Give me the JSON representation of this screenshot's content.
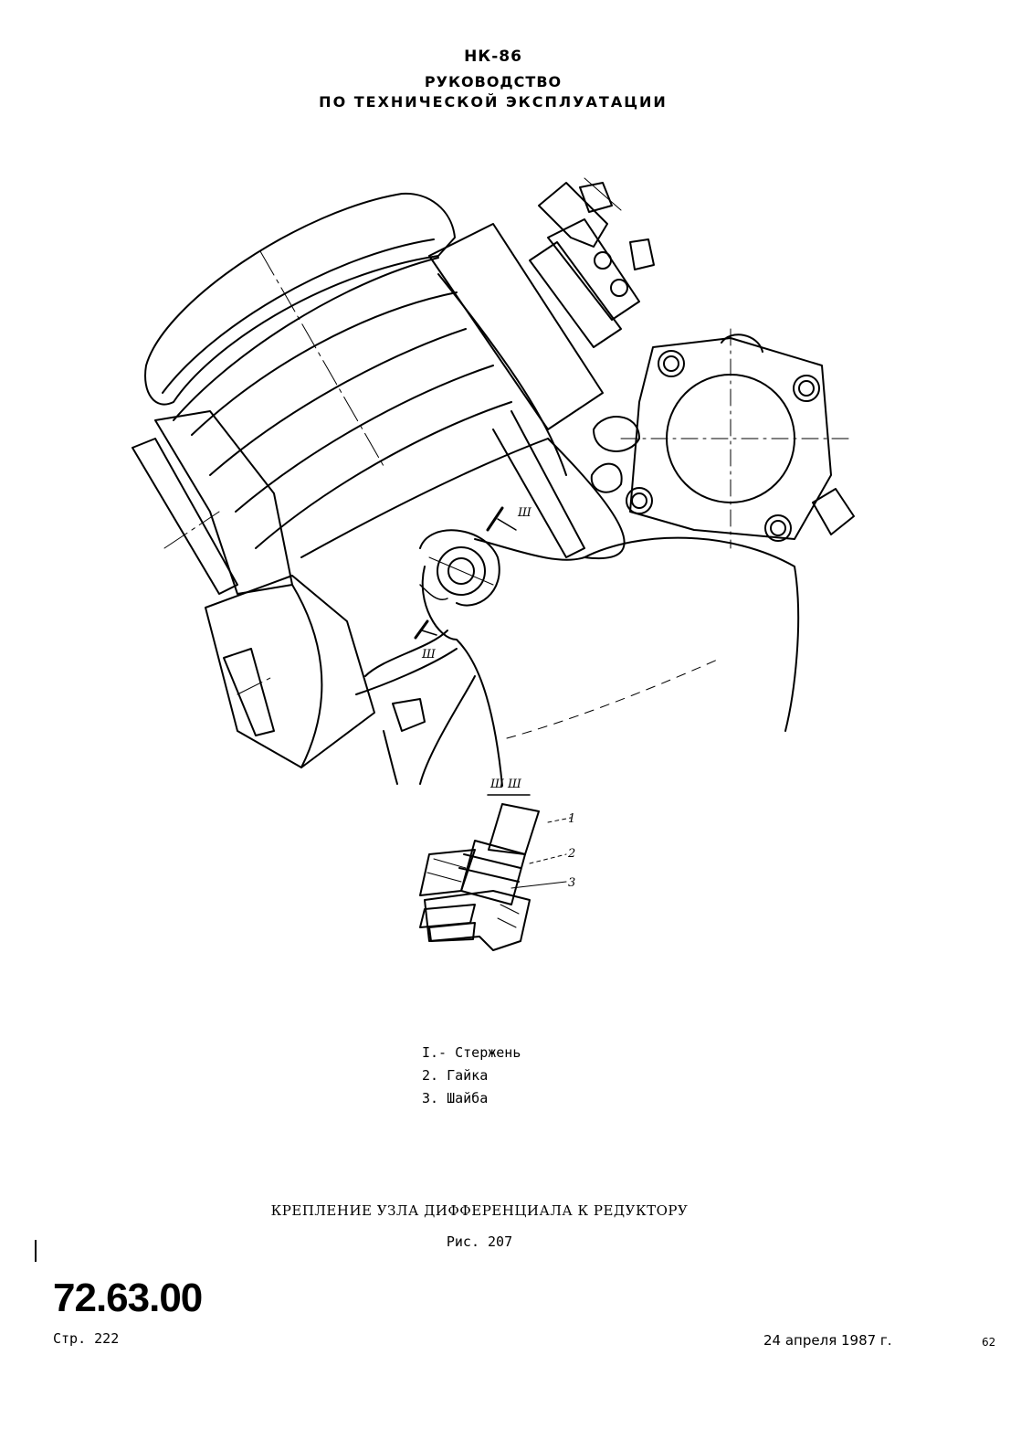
{
  "header": {
    "model": "НК-86",
    "title_line1": "РУКОВОДСТВО",
    "title_line2": "ПО ТЕХНИЧЕСКОЙ ЭКСПЛУАТАЦИИ"
  },
  "drawing": {
    "section_marker": "Ш",
    "section_title": "Ш  Ш",
    "callouts": [
      "1",
      "2",
      "3"
    ]
  },
  "legend": [
    "I.- Стержень",
    "2. Гайка",
    "3. Шайба"
  ],
  "caption": {
    "title": "КРЕПЛЕНИЕ УЗЛА ДИФФЕРЕНЦИАЛА К РЕДУКТОРУ",
    "figure": "Рис. 207"
  },
  "footer": {
    "doc_code": "72.63.00",
    "page": "Стр. 222",
    "date": "24 апреля 1987 г.",
    "corner_number": "62"
  }
}
